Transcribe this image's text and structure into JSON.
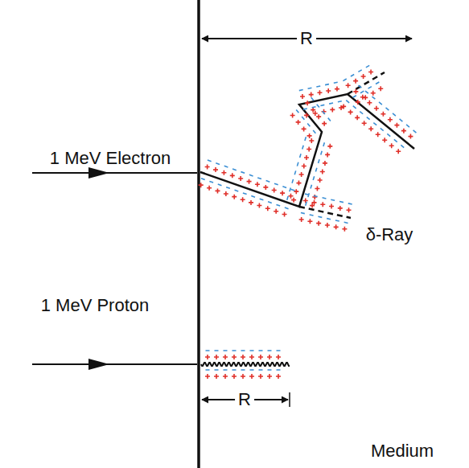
{
  "diagram": {
    "labels": [
      "R",
      "1 MeV Electron",
      "δ-Ray",
      "1 MeV Proton",
      "R",
      "Medium"
    ]
  }
}
